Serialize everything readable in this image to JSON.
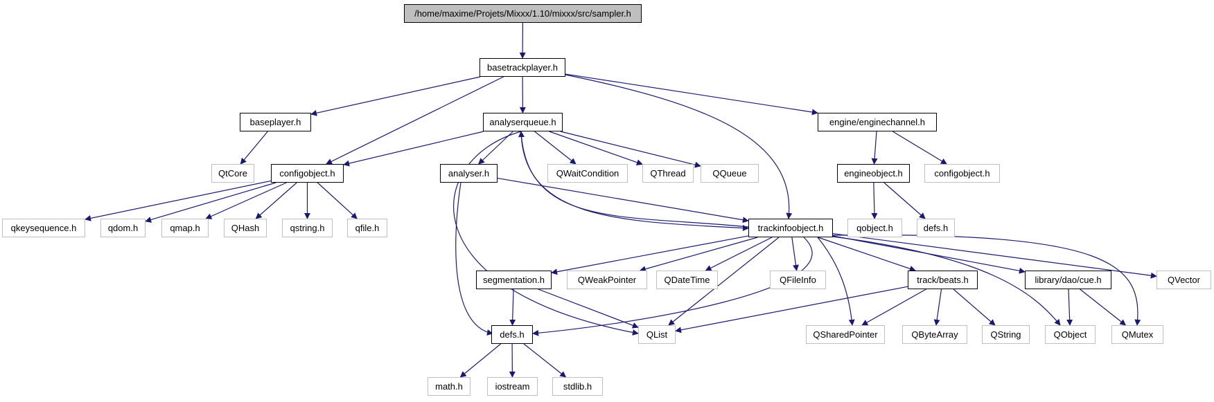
{
  "colors": {
    "edge": "#191970",
    "root_fill": "#bfbfbf",
    "defined_border": "#000000",
    "external_border": "#bfbfbf"
  },
  "nodes": [
    {
      "id": "sampler",
      "label": "/home/maxime/Projets/Mixxx/1.10/mixxx/src/sampler.h",
      "kind": "root"
    },
    {
      "id": "basetrackplayer",
      "label": "basetrackplayer.h",
      "kind": "defined"
    },
    {
      "id": "baseplayer",
      "label": "baseplayer.h",
      "kind": "defined"
    },
    {
      "id": "analyserqueue",
      "label": "analyserqueue.h",
      "kind": "defined"
    },
    {
      "id": "enginechannel",
      "label": "engine/enginechannel.h",
      "kind": "defined"
    },
    {
      "id": "qtcore",
      "label": "QtCore",
      "kind": "external"
    },
    {
      "id": "configobject",
      "label": "configobject.h",
      "kind": "defined"
    },
    {
      "id": "analyser",
      "label": "analyser.h",
      "kind": "defined"
    },
    {
      "id": "qwaitcondition",
      "label": "QWaitCondition",
      "kind": "external"
    },
    {
      "id": "qthread",
      "label": "QThread",
      "kind": "external"
    },
    {
      "id": "qqueue",
      "label": "QQueue",
      "kind": "external"
    },
    {
      "id": "engineobject",
      "label": "engineobject.h",
      "kind": "defined"
    },
    {
      "id": "configobject2",
      "label": "configobject.h",
      "kind": "external"
    },
    {
      "id": "qkeysequence",
      "label": "qkeysequence.h",
      "kind": "external"
    },
    {
      "id": "qdom",
      "label": "qdom.h",
      "kind": "external"
    },
    {
      "id": "qmap",
      "label": "qmap.h",
      "kind": "external"
    },
    {
      "id": "qhash",
      "label": "QHash",
      "kind": "external"
    },
    {
      "id": "qstringh",
      "label": "qstring.h",
      "kind": "external"
    },
    {
      "id": "qfile",
      "label": "qfile.h",
      "kind": "external"
    },
    {
      "id": "trackinfoobject",
      "label": "trackinfoobject.h",
      "kind": "defined"
    },
    {
      "id": "qobjecth",
      "label": "qobject.h",
      "kind": "external"
    },
    {
      "id": "defsext",
      "label": "defs.h",
      "kind": "external"
    },
    {
      "id": "segmentation",
      "label": "segmentation.h",
      "kind": "defined"
    },
    {
      "id": "qweakpointer",
      "label": "QWeakPointer",
      "kind": "external"
    },
    {
      "id": "qdatetime",
      "label": "QDateTime",
      "kind": "external"
    },
    {
      "id": "qfileinfo",
      "label": "QFileInfo",
      "kind": "external"
    },
    {
      "id": "beats",
      "label": "track/beats.h",
      "kind": "defined"
    },
    {
      "id": "cue",
      "label": "library/dao/cue.h",
      "kind": "defined"
    },
    {
      "id": "qvector",
      "label": "QVector",
      "kind": "external"
    },
    {
      "id": "defs",
      "label": "defs.h",
      "kind": "defined"
    },
    {
      "id": "qlist",
      "label": "QList",
      "kind": "external"
    },
    {
      "id": "qsharedpointer",
      "label": "QSharedPointer",
      "kind": "external"
    },
    {
      "id": "qbytearray",
      "label": "QByteArray",
      "kind": "external"
    },
    {
      "id": "qstring",
      "label": "QString",
      "kind": "external"
    },
    {
      "id": "qobject",
      "label": "QObject",
      "kind": "external"
    },
    {
      "id": "qmutex",
      "label": "QMutex",
      "kind": "external"
    },
    {
      "id": "math",
      "label": "math.h",
      "kind": "external"
    },
    {
      "id": "iostream",
      "label": "iostream",
      "kind": "external"
    },
    {
      "id": "stdlib",
      "label": "stdlib.h",
      "kind": "external"
    }
  ],
  "edges": [
    [
      "sampler",
      "basetrackplayer"
    ],
    [
      "basetrackplayer",
      "baseplayer"
    ],
    [
      "basetrackplayer",
      "configobject"
    ],
    [
      "basetrackplayer",
      "analyserqueue"
    ],
    [
      "basetrackplayer",
      "trackinfoobject"
    ],
    [
      "basetrackplayer",
      "enginechannel"
    ],
    [
      "baseplayer",
      "qtcore"
    ],
    [
      "analyserqueue",
      "configobject"
    ],
    [
      "analyserqueue",
      "qlist"
    ],
    [
      "analyserqueue",
      "analyser"
    ],
    [
      "analyserqueue",
      "trackinfoobject"
    ],
    [
      "analyserqueue",
      "qwaitcondition"
    ],
    [
      "analyserqueue",
      "qthread"
    ],
    [
      "analyserqueue",
      "qqueue"
    ],
    [
      "enginechannel",
      "engineobject"
    ],
    [
      "enginechannel",
      "configobject2"
    ],
    [
      "configobject",
      "qkeysequence"
    ],
    [
      "configobject",
      "qdom"
    ],
    [
      "configobject",
      "qmap"
    ],
    [
      "configobject",
      "qhash"
    ],
    [
      "configobject",
      "qstringh"
    ],
    [
      "configobject",
      "qfile"
    ],
    [
      "analyser",
      "defs"
    ],
    [
      "analyser",
      "trackinfoobject"
    ],
    [
      "engineobject",
      "qobjecth"
    ],
    [
      "engineobject",
      "defsext"
    ],
    [
      "trackinfoobject",
      "analyserqueue"
    ],
    [
      "trackinfoobject",
      "segmentation"
    ],
    [
      "trackinfoobject",
      "qweakpointer"
    ],
    [
      "trackinfoobject",
      "qdatetime"
    ],
    [
      "trackinfoobject",
      "qfileinfo"
    ],
    [
      "trackinfoobject",
      "qlist"
    ],
    [
      "trackinfoobject",
      "defs"
    ],
    [
      "trackinfoobject",
      "qsharedpointer"
    ],
    [
      "trackinfoobject",
      "beats"
    ],
    [
      "trackinfoobject",
      "cue"
    ],
    [
      "trackinfoobject",
      "qobject"
    ],
    [
      "trackinfoobject",
      "qmutex"
    ],
    [
      "trackinfoobject",
      "qvector"
    ],
    [
      "segmentation",
      "defs"
    ],
    [
      "segmentation",
      "qlist"
    ],
    [
      "beats",
      "qlist"
    ],
    [
      "beats",
      "qsharedpointer"
    ],
    [
      "beats",
      "qbytearray"
    ],
    [
      "beats",
      "qstring"
    ],
    [
      "cue",
      "qobject"
    ],
    [
      "cue",
      "qmutex"
    ],
    [
      "defs",
      "math"
    ],
    [
      "defs",
      "iostream"
    ],
    [
      "defs",
      "stdlib"
    ]
  ]
}
